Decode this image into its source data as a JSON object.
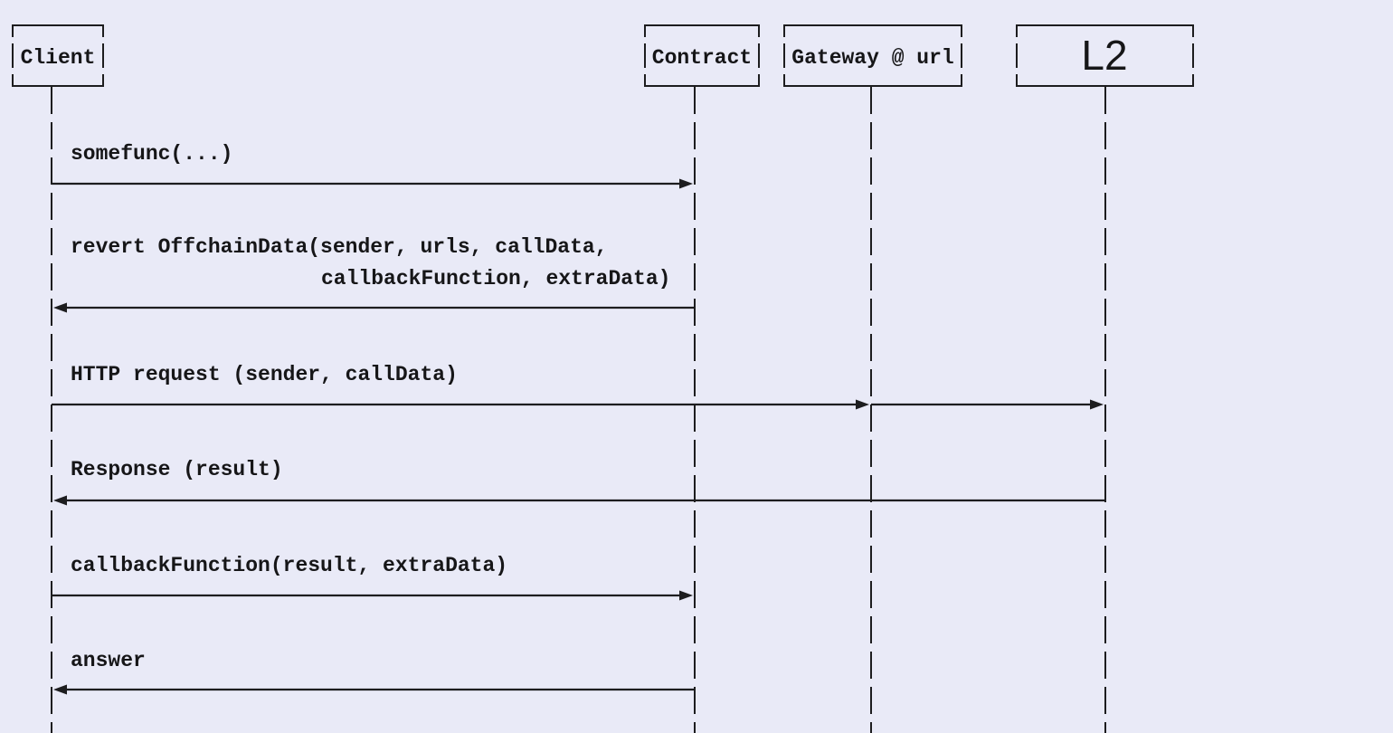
{
  "diagram": {
    "kind": "sequence-diagram",
    "background_color": "#e9eaf7",
    "line_color": "#1d1d1f",
    "text_color": "#161618",
    "actors": [
      {
        "label": "Client"
      },
      {
        "label": "Contract"
      },
      {
        "label": "Gateway @ url"
      },
      {
        "label": "L2"
      }
    ],
    "messages": [
      {
        "from": "Client",
        "to": "Contract",
        "label": "somefunc(...)"
      },
      {
        "from": "Contract",
        "to": "Client",
        "lines": [
          "revert OffchainData(sender, urls, callData,",
          "callbackFunction, extraData)"
        ]
      },
      {
        "from": "Client",
        "to": "Gateway @ url",
        "then_to": "L2",
        "label": "HTTP request (sender, callData)"
      },
      {
        "from": "L2",
        "to": "Client",
        "label": "Response (result)"
      },
      {
        "from": "Client",
        "to": "Contract",
        "label": "callbackFunction(result, extraData)"
      },
      {
        "from": "Contract",
        "to": "Client",
        "label": "answer"
      }
    ]
  }
}
